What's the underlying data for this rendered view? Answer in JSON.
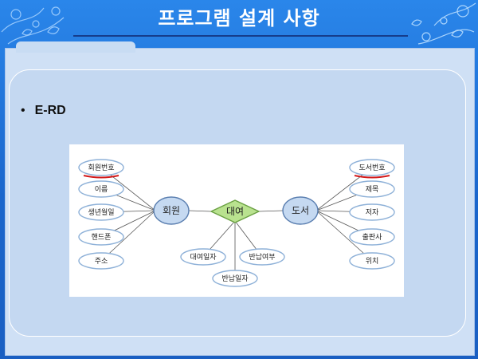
{
  "slide": {
    "title": "프로그램 설계 사항",
    "bullet": "E-RD"
  },
  "erd": {
    "left_entity": "회원",
    "right_entity": "도서",
    "relationship": "대여",
    "left_attributes": [
      "회원번호",
      "이름",
      "생년월일",
      "핸드폰",
      "주소"
    ],
    "right_attributes": [
      "도서번호",
      "제목",
      "저자",
      "출판사",
      "위치"
    ],
    "relationship_attributes": [
      "대여일자",
      "반납여부",
      "반납일자"
    ],
    "key_underline_color": "#d41b1b",
    "entity_fill": "#c5d9f1",
    "relationship_fill": "#b9e28f"
  },
  "colors": {
    "background": "#1b66cc",
    "title_text": "#ffffff",
    "panel": "#c4d8f1"
  }
}
